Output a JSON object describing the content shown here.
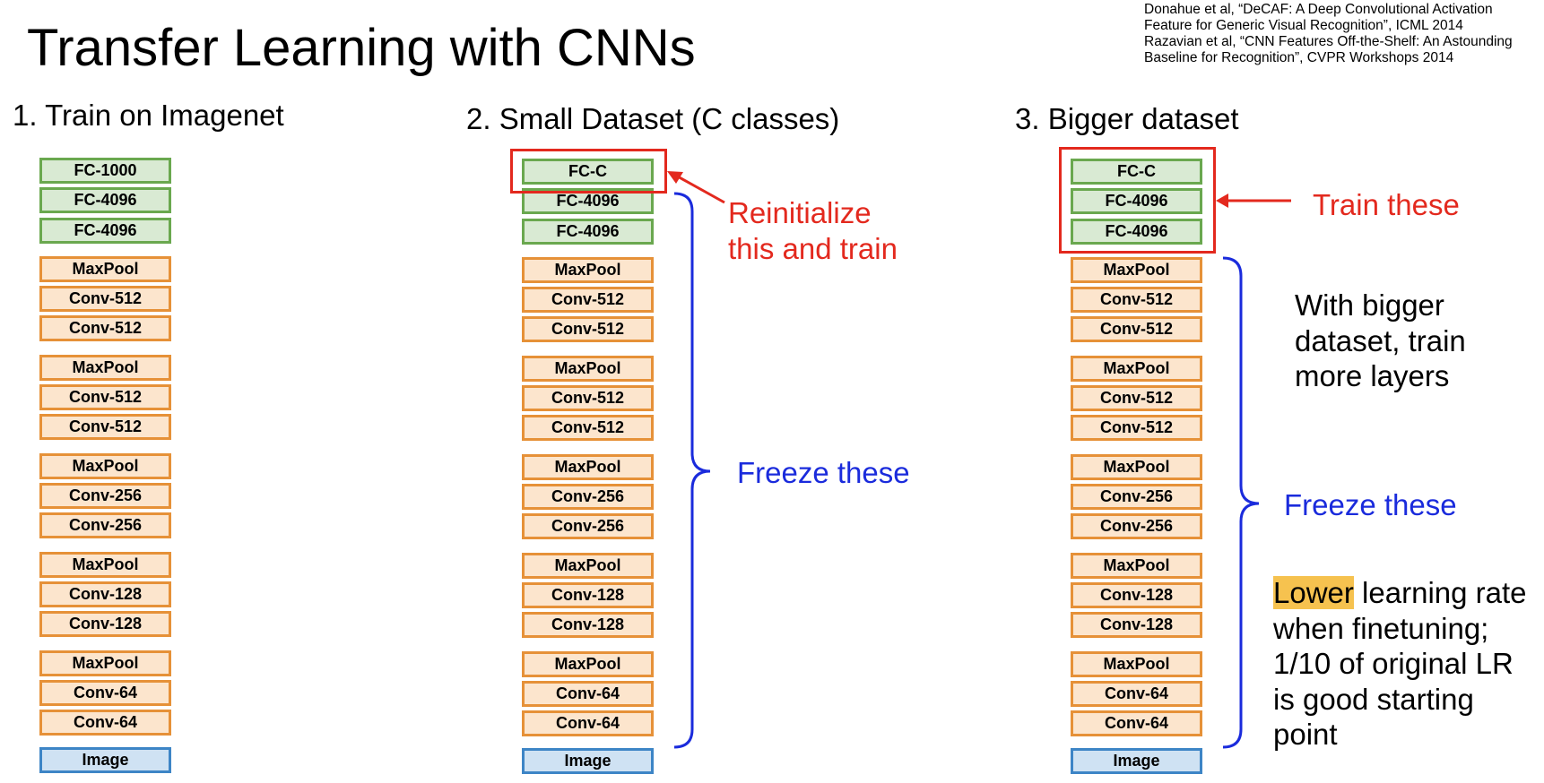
{
  "title": "Transfer Learning with CNNs",
  "references": [
    "Donahue et al, “DeCAF: A Deep Convolutional Activation Feature for Generic Visual Recognition”, ICML 2014",
    "Razavian et al, “CNN Features Off-the-Shelf: An Astounding Baseline for Recognition”, CVPR Workshops 2014"
  ],
  "colors": {
    "fc_fill": "#d9ead3",
    "fc_border": "#6aa84f",
    "conv_fill": "#fce5cd",
    "conv_border": "#e69138",
    "image_fill": "#cfe2f3",
    "image_border": "#3d85c6",
    "annotation_red": "#e3291e",
    "annotation_blue": "#1a2bdc",
    "highlight": "#f6c24f"
  },
  "stages": [
    {
      "heading": "1. Train on Imagenet",
      "layers": [
        "FC-1000",
        "FC-4096",
        "FC-4096",
        "MaxPool",
        "Conv-512",
        "Conv-512",
        "MaxPool",
        "Conv-512",
        "Conv-512",
        "MaxPool",
        "Conv-256",
        "Conv-256",
        "MaxPool",
        "Conv-128",
        "Conv-128",
        "MaxPool",
        "Conv-64",
        "Conv-64",
        "Image"
      ]
    },
    {
      "heading": "2. Small Dataset (C classes)",
      "layers": [
        "FC-C",
        "FC-4096",
        "FC-4096",
        "MaxPool",
        "Conv-512",
        "Conv-512",
        "MaxPool",
        "Conv-512",
        "Conv-512",
        "MaxPool",
        "Conv-256",
        "Conv-256",
        "MaxPool",
        "Conv-128",
        "Conv-128",
        "MaxPool",
        "Conv-64",
        "Conv-64",
        "Image"
      ],
      "reinit_label": "Reinitialize\nthis and train",
      "freeze_label": "Freeze these"
    },
    {
      "heading": "3. Bigger dataset",
      "layers": [
        "FC-C",
        "FC-4096",
        "FC-4096",
        "MaxPool",
        "Conv-512",
        "Conv-512",
        "MaxPool",
        "Conv-512",
        "Conv-512",
        "MaxPool",
        "Conv-256",
        "Conv-256",
        "MaxPool",
        "Conv-128",
        "Conv-128",
        "MaxPool",
        "Conv-64",
        "Conv-64",
        "Image"
      ],
      "train_label": "Train these",
      "bigger_note": "With bigger\ndataset, train\nmore layers",
      "freeze_label": "Freeze these",
      "lr_highlight": "Lower",
      "lr_rest": " learning rate\nwhen finetuning;\n1/10 of original LR\nis good starting\npoint"
    }
  ]
}
